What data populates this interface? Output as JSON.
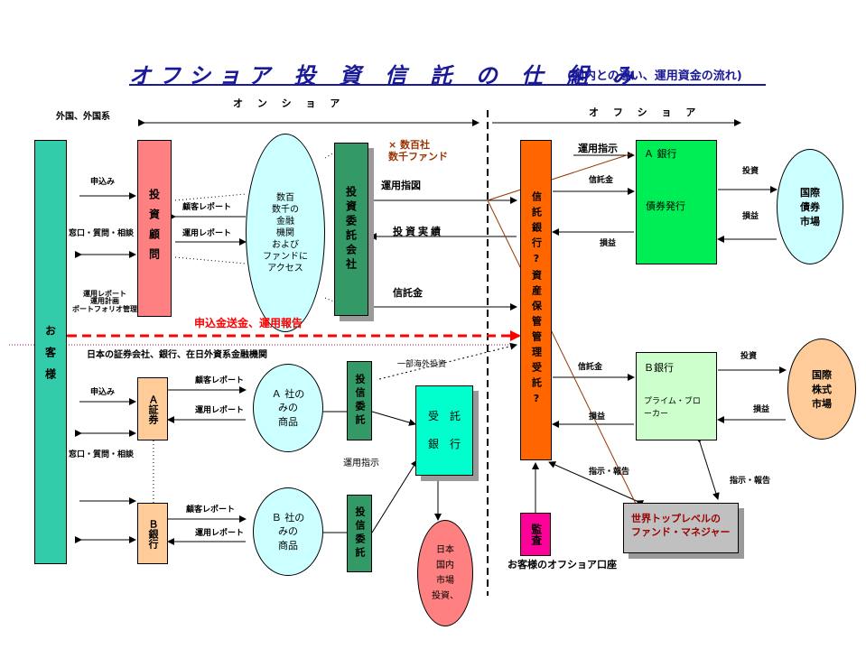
{
  "title": "オフショア 投 資 信 託 の 仕 組 み",
  "subtitle": "(国内との違い、運用資金の流れ)",
  "regions": {
    "onshore": "オ ン シ ョ ア",
    "offshore": "オ フ シ ョ ア",
    "foreign_label": "外国、外国系",
    "japan_label": "日本の証券会社、銀行、在日外資系金融機関"
  },
  "boxes": {
    "customer": "お　客　様",
    "invest_advisor": "投資顧問",
    "asset_mgmt_co": "投資委託会社",
    "trust_bank": "信託銀行?資産保管管理受託?",
    "bank_a": "Ａ 銀行",
    "bank_a_sub": "債券発行",
    "bank_b": "Ｂ銀行",
    "bank_b_sub": "プライム・ブローカー",
    "securities_a": "Ａ証券",
    "bank_b_jp": "Ｂ銀行",
    "inv_trust_1": "投信委託",
    "inv_trust_2": "投信委託",
    "custodian": "受　託\n銀　行",
    "audit": "監査",
    "fund_manager": "世界トップレベルの\nファンド・マネジャー"
  },
  "ellipses": {
    "access": "数百\n数千の\n金融\n機関\nおよび\nファンドに\nアクセス",
    "bond_market": "国際\n債券\n市場",
    "stock_market": "国際\n株式\n市場",
    "a_products": "Ａ 社の\nみの\n商品",
    "b_products": "Ｂ 社の\nみの\n商品",
    "jp_market": "日本\n国内\n市場\n投資、"
  },
  "labels": {
    "count_note": "× 数百社\n数千ファンド",
    "mgmt_instruction": "運用指図",
    "invest_results": "投資実績",
    "trust_money": "信託金",
    "mgmt_instruction2": "運用指示",
    "trust_money_a": "信託金",
    "profit_loss_a": "損益",
    "invest_a": "投資",
    "profit_loss_mkt_a": "損益",
    "trust_money_b": "信託金",
    "profit_loss_b": "損益",
    "invest_b": "投資",
    "profit_loss_mkt_b": "損益",
    "instruct_report_1": "指示・報告",
    "instruct_report_2": "指示・報告",
    "apply_1": "申込み",
    "window_1": "窓口・質問・相談",
    "client_report_1": "顧客レポート",
    "mgmt_report_1": "運用レポート",
    "reports_left": "運用レポート\n運用計画\nポートフォリオ管理",
    "remit_report": "申込金送金、運用報告",
    "partial_overseas": "一部海外投資",
    "apply_2": "申込み",
    "window_2": "窓口・質問・相談",
    "client_report_2": "顧客レポート",
    "mgmt_report_2": "運用レポート",
    "client_report_3": "顧客レポート",
    "mgmt_report_3": "運用レポート",
    "mgmt_instruct_low": "運用指示",
    "offshore_account": "お客様のオフショア口座"
  },
  "colors": {
    "title": "#1a1a99",
    "customer": "#33ccaa",
    "advisor": "#ff8080",
    "asset_mgmt": "#339966",
    "trust_bank": "#ff6600",
    "bank_green": "#00ee55",
    "bank_b": "#ccffcc",
    "market_cyan": "#ccffff",
    "market_orange": "#ffcc99",
    "custodian": "#00ffcc",
    "audit": "#ff0099",
    "fund_mgr": "#c0c0c0",
    "remit_arrow": "#ff0000"
  }
}
